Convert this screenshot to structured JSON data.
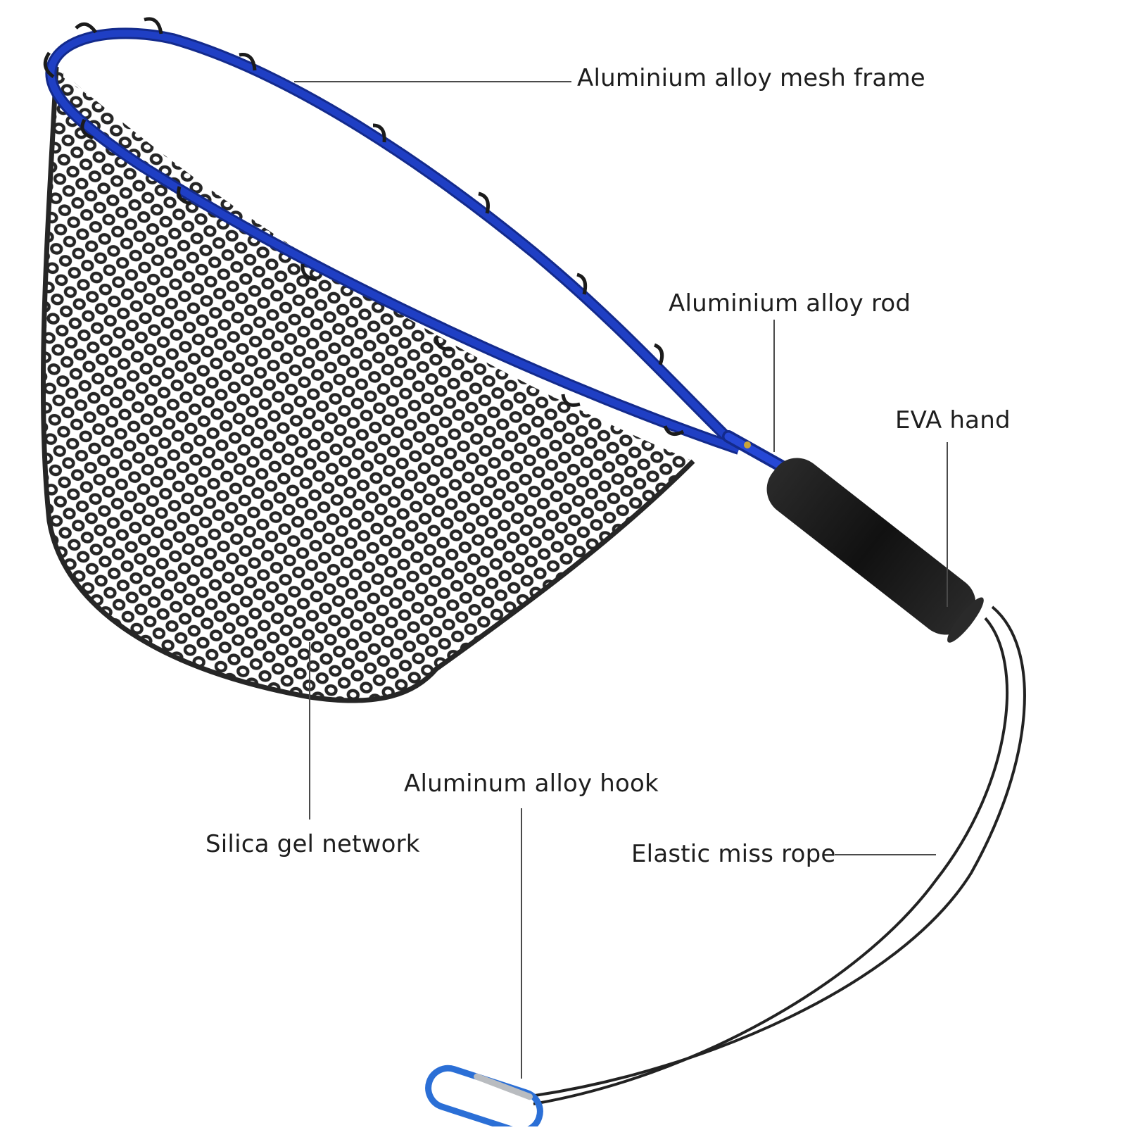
{
  "colors": {
    "frame_blue": "#1f3fc4",
    "frame_blue_dark": "#132a8c",
    "mesh": "#262626",
    "handle": "#151515",
    "rope": "#222222",
    "carabiner_blue": "#2b6fd6",
    "carabiner_steel": "#b9bcc0",
    "leader_line": "#4a4a4a",
    "label_text": "#1e1e1e"
  },
  "labels": {
    "frame": "Aluminium alloy mesh frame",
    "rod": "Aluminium alloy rod",
    "eva": "EVA hand",
    "hook": "Aluminum alloy hook",
    "silica": "Silica gel network",
    "rope": "Elastic miss rope"
  }
}
